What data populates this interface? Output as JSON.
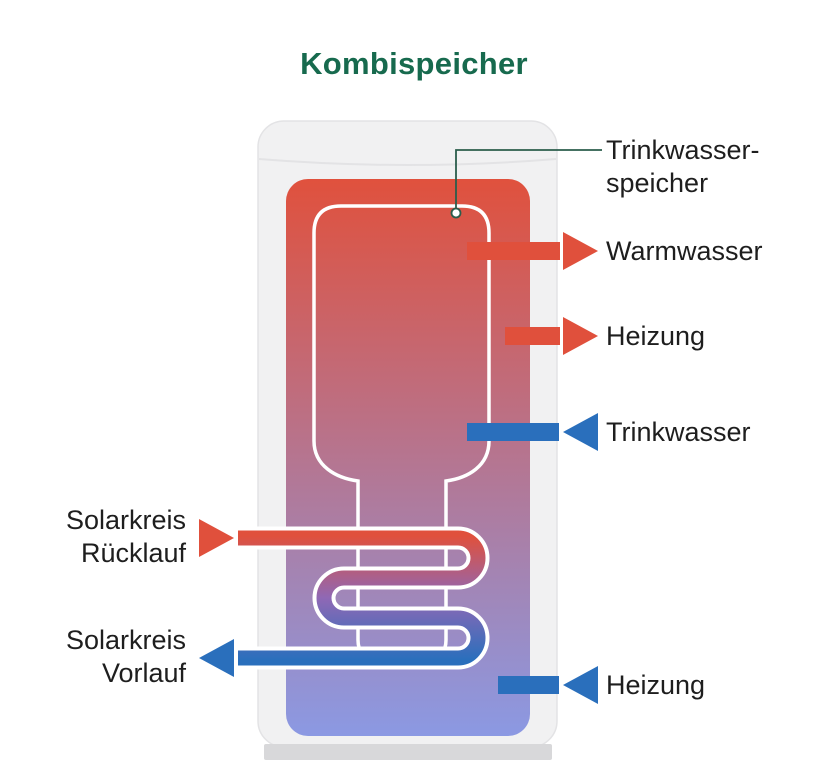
{
  "title": "Kombispeicher",
  "labels": {
    "trinkwasserspeicher": {
      "line1": "Trinkwasser-",
      "line2": "speicher"
    },
    "warmwasser": "Warmwasser",
    "heizung_top": "Heizung",
    "trinkwasser": "Trinkwasser",
    "heizung_bottom": "Heizung",
    "solarkreis_ruecklauf": {
      "line1": "Solarkreis",
      "line2": "Rücklauf"
    },
    "solarkreis_vorlauf": {
      "line1": "Solarkreis",
      "line2": "Vorlauf"
    }
  },
  "flows": [
    {
      "label": "Warmwasser",
      "side": "right",
      "direction": "out",
      "color": "red"
    },
    {
      "label": "Heizung",
      "side": "right",
      "direction": "out",
      "color": "red"
    },
    {
      "label": "Trinkwasser",
      "side": "right",
      "direction": "in",
      "color": "blue"
    },
    {
      "label": "Heizung",
      "side": "right",
      "direction": "in",
      "color": "blue"
    },
    {
      "label": "Solarkreis Rücklauf",
      "side": "left",
      "direction": "in",
      "color": "red"
    },
    {
      "label": "Solarkreis Vorlauf",
      "side": "left",
      "direction": "out",
      "color": "blue"
    }
  ],
  "colors": {
    "title_green": "#176a4e",
    "label_text": "#1e1e1e",
    "red": "#e0503c",
    "blue": "#2a6fbc",
    "tank_body": "#f1f1f2",
    "tank_stroke": "#e3e3e5",
    "tank_base": "#d8d8da",
    "tank_gradient_top": "#e0513d",
    "tank_gradient_bottom": "#8b99e3",
    "coil_top": "#e0503c",
    "coil_mid": "#8f68b5",
    "coil_bottom": "#2a6fbc",
    "vessel_outline": "#ffffff",
    "connector": "#2b5d4c"
  }
}
